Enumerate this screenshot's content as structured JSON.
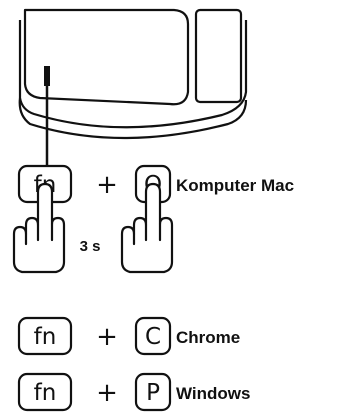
{
  "keyboard": {
    "icon": "keyboard-top-icon"
  },
  "combo_mac": {
    "modifier": "fn",
    "plus": "+",
    "key": "O",
    "label": "Komputer Mac",
    "hold_duration": "3 s"
  },
  "combo_chrome": {
    "modifier": "fn",
    "plus": "+",
    "key": "C",
    "label": "Chrome"
  },
  "combo_windows": {
    "modifier": "fn",
    "plus": "+",
    "key": "P",
    "label": "Windows"
  },
  "icons": {
    "hand": "finger-press-icon"
  }
}
